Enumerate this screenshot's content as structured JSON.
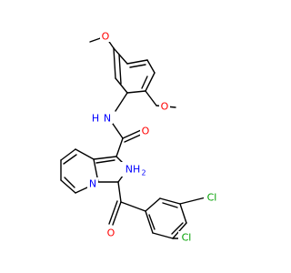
{
  "colors": {
    "background": "#ffffff",
    "bond": "#000000",
    "carbon": "#000000",
    "oxygen": "#ff0000",
    "nitrogen": "#0000ff",
    "chlorine": "#00a000"
  },
  "atoms": {
    "o_methoxy_top": "O",
    "o_methoxy_lower": "O",
    "nh_amide": "N",
    "h_amide": "H",
    "o_carbonyl_amide": "O",
    "nh2_amino": "NH",
    "nh2_subscript": "2",
    "n_indolizine": "N",
    "o_ketone": "O",
    "cl_upper": "Cl",
    "cl_lower": "Cl"
  }
}
